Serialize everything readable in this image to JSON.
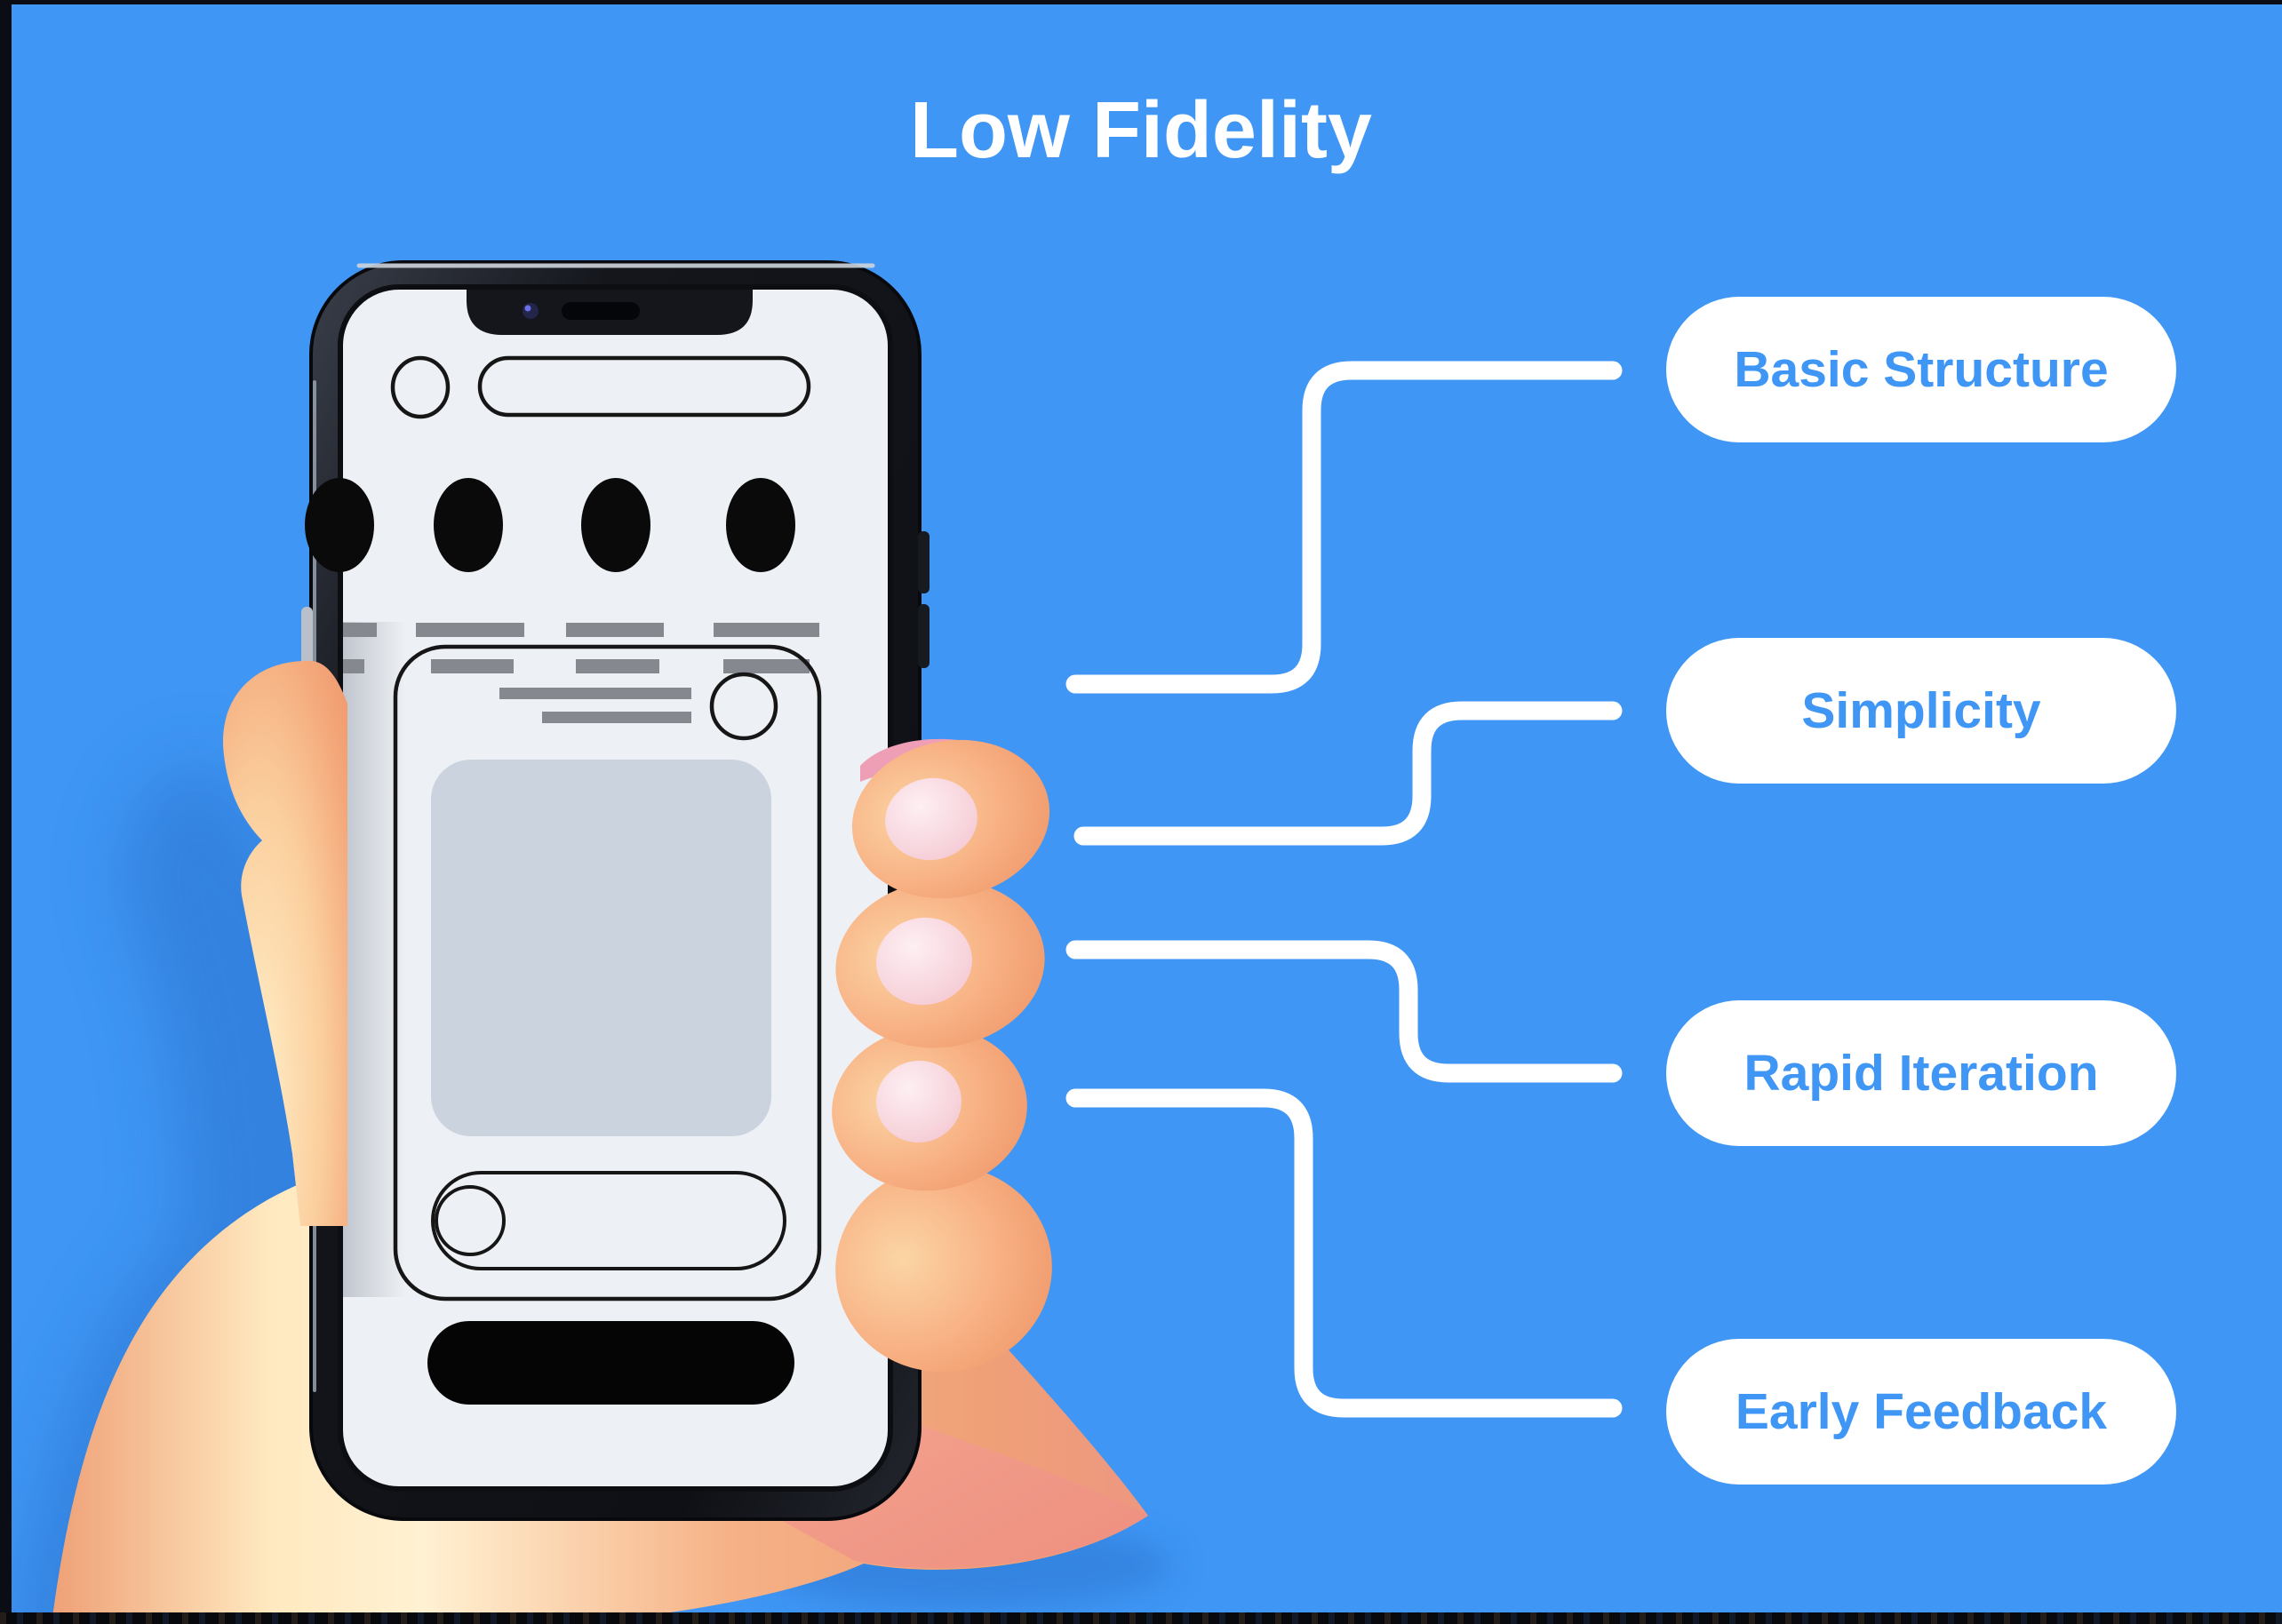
{
  "title": "Low Fidelity",
  "labels": [
    {
      "text": "Basic Structure"
    },
    {
      "text": "Simplicity"
    },
    {
      "text": "Rapid Iteration"
    },
    {
      "text": "Early Feedback"
    }
  ],
  "colors": {
    "background": "#3f96f4",
    "title_text": "#ffffff",
    "pill_background": "#ffffff",
    "pill_text": "#3f96f4",
    "connector": "#ffffff",
    "phone_frame": "#111318",
    "phone_screen": "#edf0f4",
    "wireframe_outline": "#161616",
    "wireframe_bars": "#85898f",
    "image_placeholder": "#cbd3de",
    "cta_button": "#050505",
    "skin_highlight": "#ffeec6",
    "skin_mid": "#f6b083",
    "skin_shadow": "#ec8f6d",
    "nail": "#f6cdd8",
    "hand_shadow": "#2b72cf"
  },
  "illustration": {
    "description": "3d-hand-holding-smartphone-with-lowfi-wireframe",
    "wireframe_elements": [
      "avatar-circle",
      "search-bar",
      "story-dots",
      "text-lines",
      "content-card",
      "card-title-lines",
      "card-avatar-circle",
      "image-placeholder",
      "input-pill",
      "home-button"
    ],
    "story_dots_count": 4,
    "fingertips_visible": 3
  }
}
